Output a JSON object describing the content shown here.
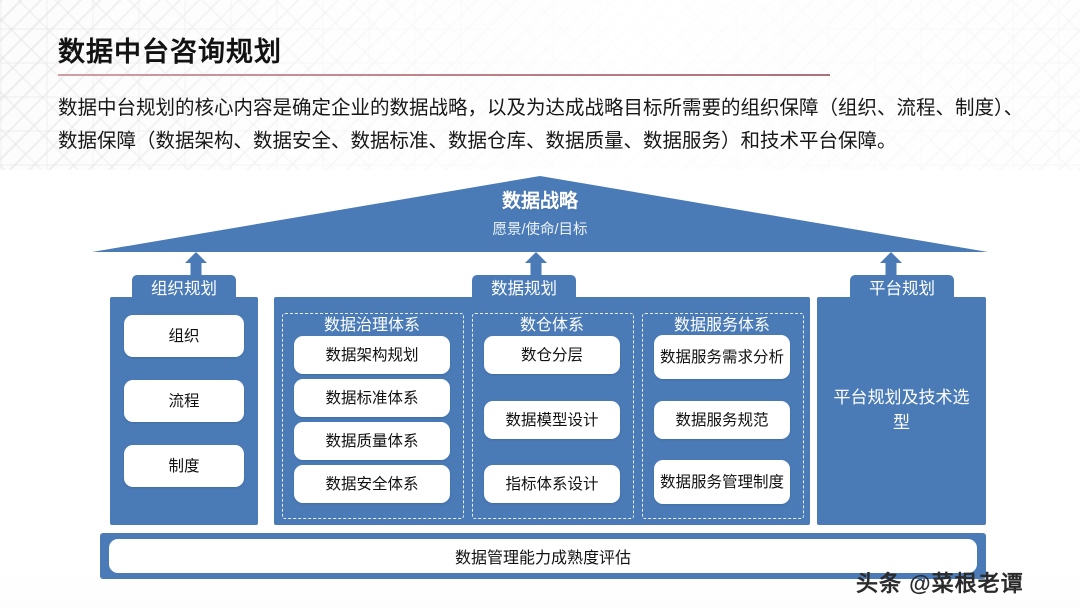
{
  "header": {
    "title": "数据中台咨询规划",
    "intro": "数据中台规划的核心内容是确定企业的数据战略，以及为达成战略目标所需要的组织保障（组织、流程、制度）、数据保障（数据架构、数据安全、数据标准、数据仓库、数据质量、数据服务）和技术平台保障。"
  },
  "colors": {
    "blue": "#4a7bb7",
    "rule": "#b06a72",
    "white": "#ffffff"
  },
  "roof": {
    "title": "数据战略",
    "subtitle": "愿景/使命/目标"
  },
  "pillars": [
    {
      "id": "org",
      "cap": "组织规划",
      "items": [
        "组织",
        "流程",
        "制度"
      ]
    },
    {
      "id": "data",
      "cap": "数据规划",
      "groups": [
        {
          "title": "数据治理体系",
          "items": [
            "数据架构规划",
            "数据标准体系",
            "数据质量体系",
            "数据安全体系"
          ]
        },
        {
          "title": "数仓体系",
          "items": [
            "数仓分层",
            "数据模型设计",
            "指标体系设计"
          ]
        },
        {
          "title": "数据服务体系",
          "items": [
            "数据服务需求分析",
            "数据服务规范",
            "数据服务管理制度"
          ]
        }
      ]
    },
    {
      "id": "platform",
      "cap": "平台规划",
      "label": "平台规划及技术选型"
    }
  ],
  "footer": {
    "label": "数据管理能力成熟度评估"
  },
  "watermark": {
    "prefix": "头条",
    "handle": "@菜根老谭"
  }
}
